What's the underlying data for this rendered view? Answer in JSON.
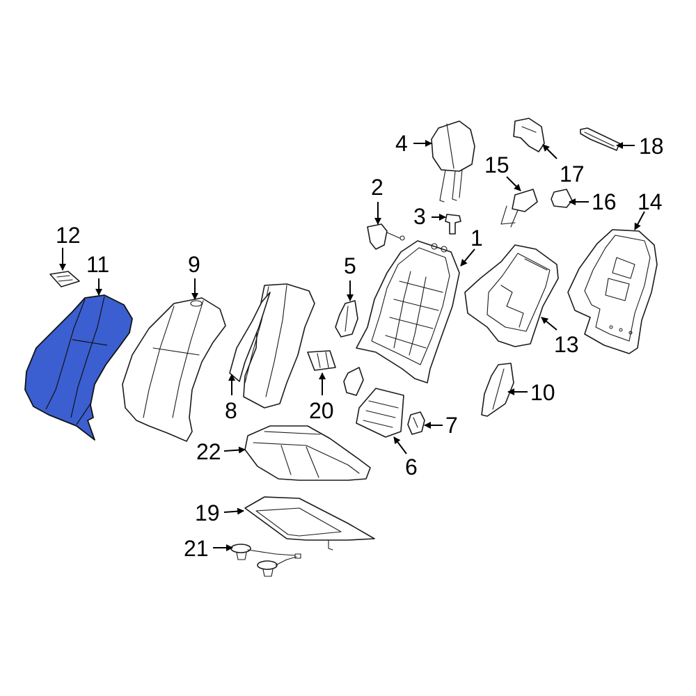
{
  "diagram": {
    "highlight_color": "#3b5fd0",
    "callouts": [
      {
        "id": "1",
        "text": "1"
      },
      {
        "id": "2",
        "text": "2"
      },
      {
        "id": "3",
        "text": "3"
      },
      {
        "id": "4",
        "text": "4"
      },
      {
        "id": "5",
        "text": "5"
      },
      {
        "id": "6",
        "text": "6"
      },
      {
        "id": "7",
        "text": "7"
      },
      {
        "id": "8",
        "text": "8"
      },
      {
        "id": "9",
        "text": "9"
      },
      {
        "id": "10",
        "text": "10"
      },
      {
        "id": "11",
        "text": "11"
      },
      {
        "id": "12",
        "text": "12"
      },
      {
        "id": "13",
        "text": "13"
      },
      {
        "id": "14",
        "text": "14"
      },
      {
        "id": "15",
        "text": "15"
      },
      {
        "id": "16",
        "text": "16"
      },
      {
        "id": "17",
        "text": "17"
      },
      {
        "id": "18",
        "text": "18"
      },
      {
        "id": "19",
        "text": "19"
      },
      {
        "id": "20",
        "text": "20"
      },
      {
        "id": "21",
        "text": "21"
      },
      {
        "id": "22",
        "text": "22"
      }
    ]
  }
}
